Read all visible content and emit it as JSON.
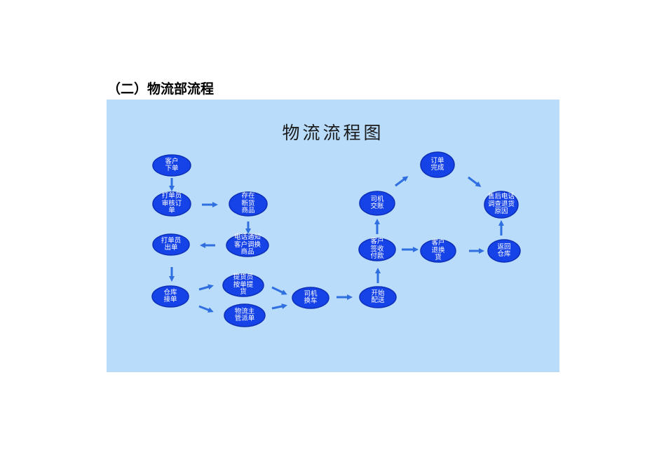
{
  "heading": "（二）物流部流程",
  "diagram": {
    "title": "物流流程图",
    "nodes": [
      {
        "id": "customer-order",
        "label": "客户\n下单"
      },
      {
        "id": "clerk-review",
        "label": "打单员\n审核订\n单"
      },
      {
        "id": "stock-out",
        "label": "存在\n断货\n商品"
      },
      {
        "id": "clerk-issue",
        "label": "打单员\n出单"
      },
      {
        "id": "phone-notify",
        "label": "电话通知\n客户调换\n商品"
      },
      {
        "id": "warehouse-receive",
        "label": "仓库\n接单"
      },
      {
        "id": "picker",
        "label": "提货员\n按单提\n货"
      },
      {
        "id": "logistics-manager",
        "label": "物流主\n管派单"
      },
      {
        "id": "driver-pickup",
        "label": "司机\n换车"
      },
      {
        "id": "start-delivery",
        "label": "开始\n配送"
      },
      {
        "id": "customer-sign",
        "label": "客户\n签收\n付款"
      },
      {
        "id": "driver-settle",
        "label": "司机\n交账"
      },
      {
        "id": "order-complete",
        "label": "订单\n完成"
      },
      {
        "id": "customer-return",
        "label": "客户\n退换\n货"
      },
      {
        "id": "return-warehouse",
        "label": "返回\n仓库"
      },
      {
        "id": "after-sales",
        "label": "售后电话\n调查退货\n原因"
      }
    ]
  },
  "colors": {
    "panel": "#b9dcfb",
    "node": "#1643e8",
    "node_edge": "#0d2fb8",
    "arrow": "#2f6fe0"
  }
}
